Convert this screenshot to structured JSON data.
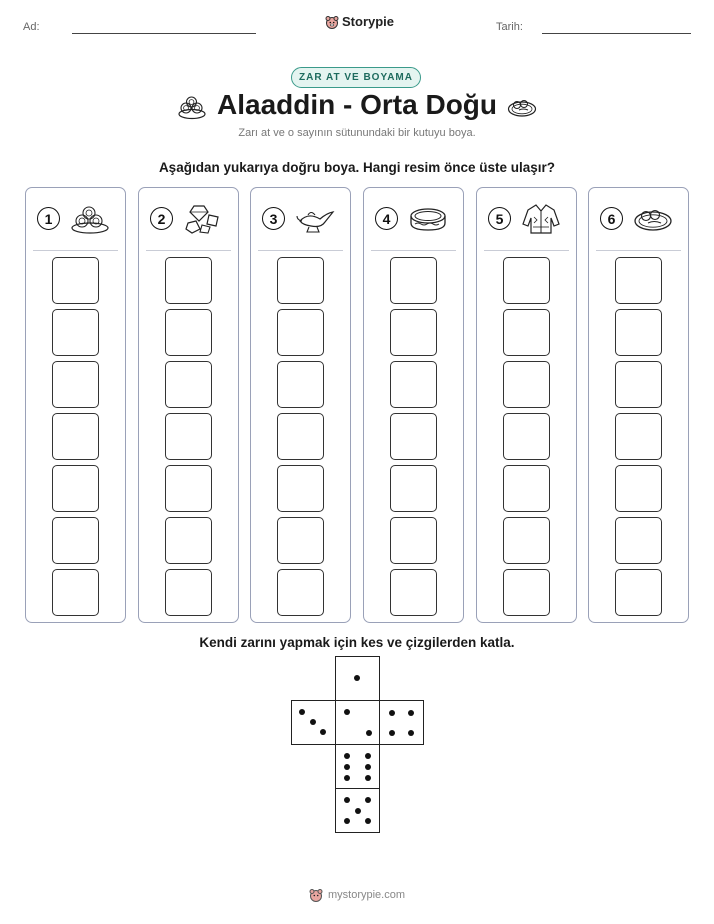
{
  "header": {
    "name_label": "Ad:",
    "brand": "Storypie",
    "date_label": "Tarih:"
  },
  "badge": "ZAR AT VE BOYAMA",
  "title": "Alaaddin - Orta Doğu",
  "subtitle": "Zarı at ve o sayının sütunundaki bir kutuyu boya.",
  "instruction": "Aşağıdan yukarıya doğru boya. Hangi resim önce üste ulaşır?",
  "columns": [
    {
      "number": "1",
      "icon": "baklava-icon"
    },
    {
      "number": "2",
      "icon": "gems-icon"
    },
    {
      "number": "3",
      "icon": "magic-lamp-icon"
    },
    {
      "number": "4",
      "icon": "bracelet-icon"
    },
    {
      "number": "5",
      "icon": "robe-icon"
    },
    {
      "number": "6",
      "icon": "food-plate-icon"
    }
  ],
  "boxes_per_column": 7,
  "dice_instruction": "Kendi zarını yapmak için kes ve çizgilerden katla.",
  "dice_faces": [
    1,
    3,
    2,
    6,
    5
  ],
  "footer": "mystorypie.com"
}
